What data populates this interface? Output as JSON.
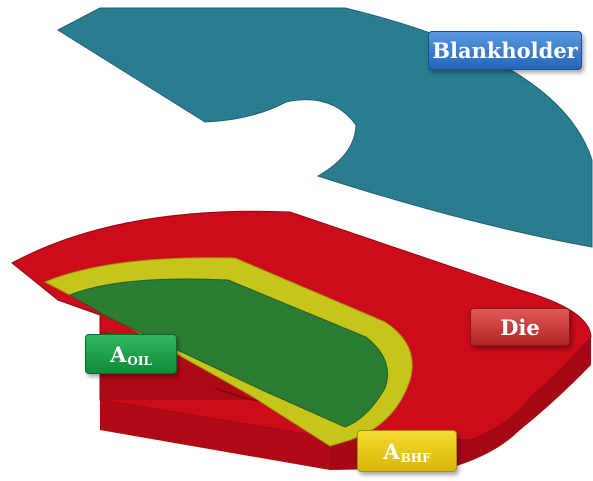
{
  "labels": {
    "blankholder": "Blankholder",
    "die": "Die",
    "a_oil_main": "A",
    "a_oil_sub": "OIL",
    "a_bhf_main": "A",
    "a_bhf_sub": "BHF"
  },
  "colors": {
    "blankholder_mesh": "#2b7f93",
    "die_red": "#cc0c1a",
    "die_red_dark": "#9a0a12",
    "band_yellow": "#c7c51a",
    "punch_green": "#2b7d34",
    "tag_blue": "#2e6fc4",
    "tag_red": "#c42a2a",
    "tag_green": "#1a9a45",
    "tag_yellow": "#e5c414"
  }
}
